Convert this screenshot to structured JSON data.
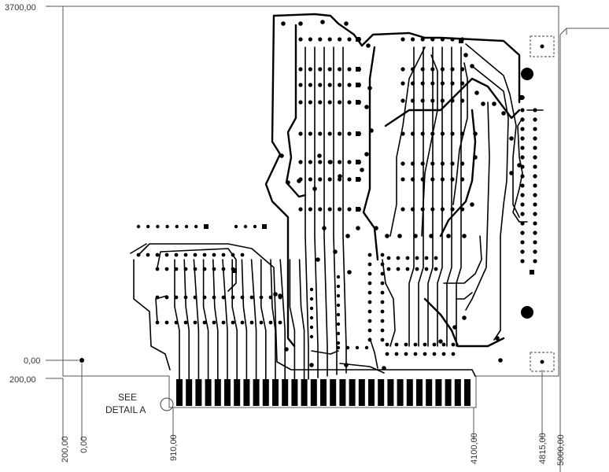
{
  "dimensions": {
    "y_top": "3700,00",
    "y_zero": "0,00",
    "y_200": "200,00",
    "x_200": "200,00",
    "x_zero": "0,00",
    "x_910": "910,00",
    "x_4100": "4100,00",
    "x_4815": "4815,00",
    "x_5000": "5000,00"
  },
  "detail_note": {
    "line1": "SEE",
    "line2": "DETAIL A"
  },
  "edge_connector": {
    "finger_count": 31
  },
  "colors": {
    "copper": "#000000",
    "outline": "#555555",
    "background": "#ffffff"
  }
}
